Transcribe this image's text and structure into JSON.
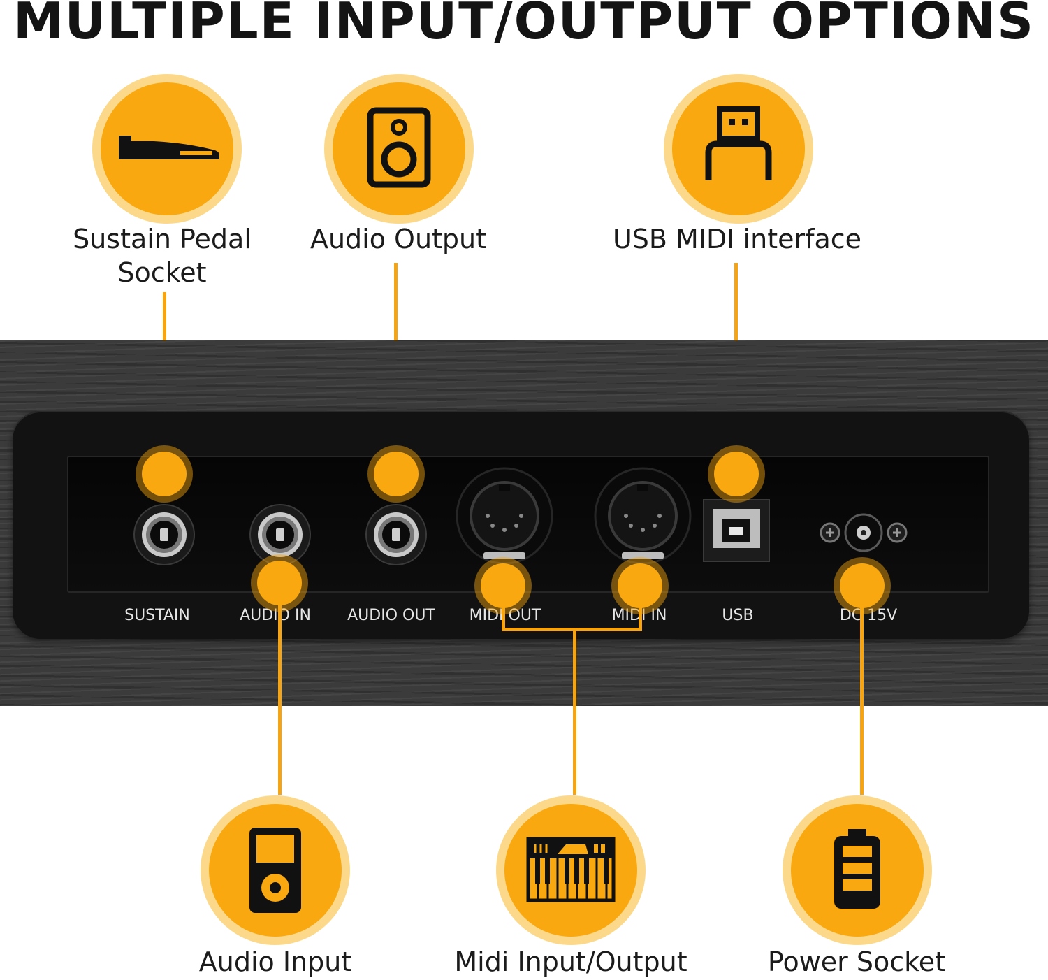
{
  "title": "MULTIPLE INPUT/OUTPUT OPTIONS",
  "features": {
    "sustain": {
      "label_line1": "Sustain Pedal",
      "label_line2": "Socket",
      "icon": "sustain-pedal-icon"
    },
    "audio_output": {
      "label": "Audio Output",
      "icon": "speaker-icon"
    },
    "usb_midi": {
      "label": "USB MIDI interface",
      "icon": "usb-plug-icon"
    },
    "audio_input": {
      "label": "Audio Input",
      "icon": "music-player-icon"
    },
    "midi_io": {
      "label": "Midi Input/Output",
      "icon": "keyboard-synth-icon"
    },
    "power": {
      "label": "Power Socket",
      "icon": "battery-icon"
    }
  },
  "panel": {
    "ports": [
      "SUSTAIN",
      "AUDIO IN",
      "AUDIO OUT",
      "MIDI OUT",
      "MIDI IN",
      "USB",
      "DC 15V"
    ]
  },
  "colors": {
    "accent": "#f9a80f",
    "accent_halo": "#fcd98a",
    "panel": "#3b3b3b",
    "bezel": "#121212",
    "text": "#1b1b1b"
  }
}
